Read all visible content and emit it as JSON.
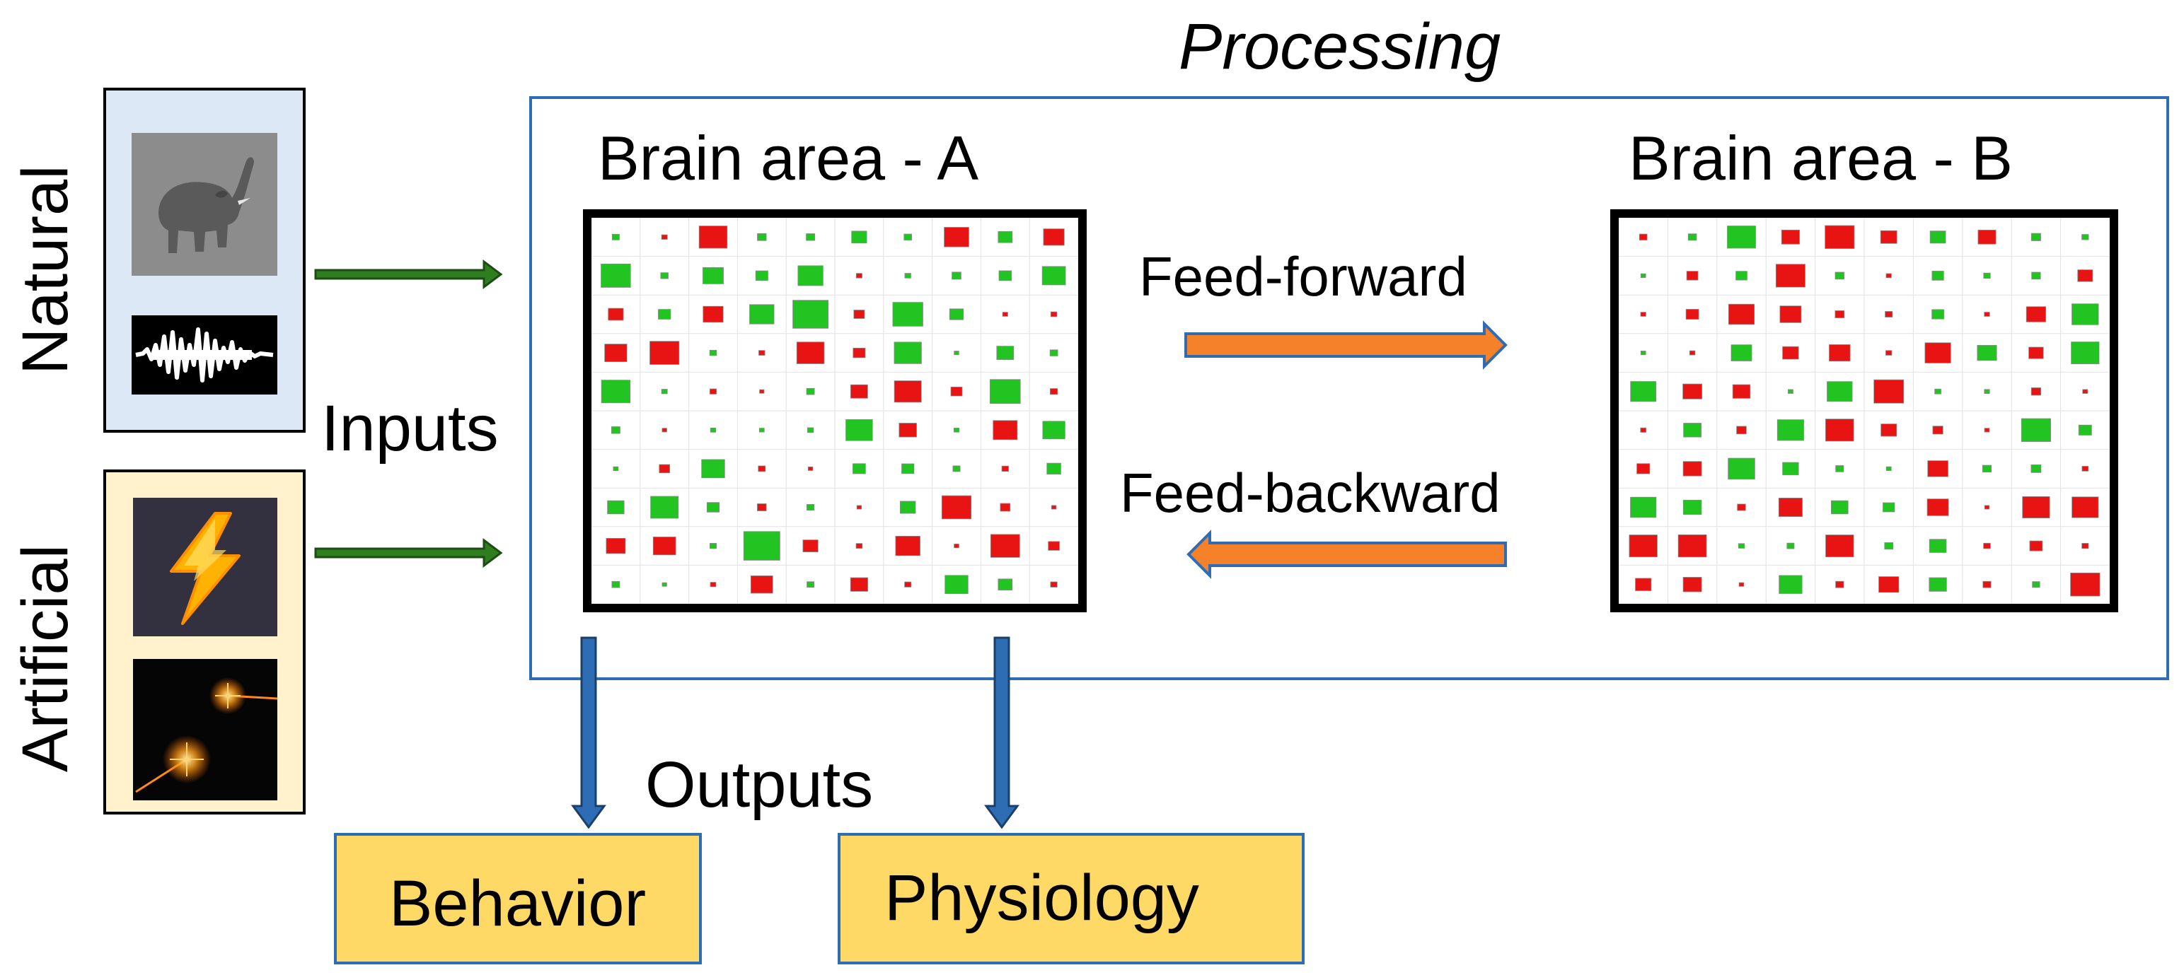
{
  "processing": {
    "title": "Processing"
  },
  "inputs": {
    "label": "Inputs",
    "natural": {
      "label": "Natural"
    },
    "artificial": {
      "label": "Artificial"
    }
  },
  "areas": {
    "a": {
      "title": "Brain area - A"
    },
    "b": {
      "title": "Brain area - B"
    }
  },
  "connections": {
    "feed_forward": "Feed-forward",
    "feed_backward": "Feed-backward"
  },
  "outputs": {
    "label": "Outputs",
    "behavior": "Behavior",
    "physiology": "Physiology"
  },
  "colors": {
    "natural_bg": "#dde8f6",
    "artificial_bg": "#fff2cc",
    "output_bg": "#ffd966",
    "panel_border": "#2e6db4",
    "input_arrow": "#2e7d1e",
    "connection_arrow": "#f5822a",
    "output_arrow": "#2e6db4",
    "matrix_positive": "#22c422",
    "matrix_negative": "#e81414"
  },
  "icons": {
    "natural_visual": "elephant-image-icon",
    "natural_auditory": "sound-waveform-icon",
    "artificial_electrical": "lightning-bolt-icon",
    "artificial_optical": "laser-light-icon"
  }
}
